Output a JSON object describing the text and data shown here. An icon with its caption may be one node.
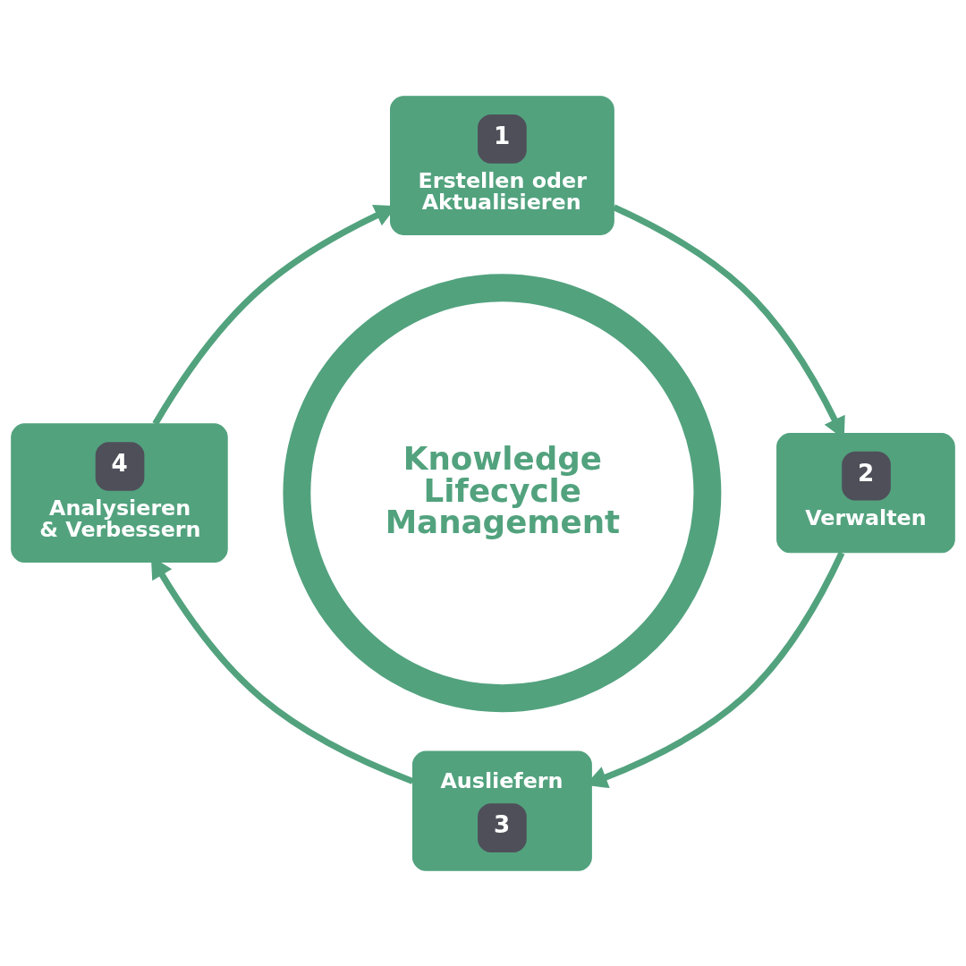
{
  "diagram": {
    "nodes": [
      {
        "text": [
          "Knowledge Lifecycle Management"
        ]
      },
      {
        "text": [
          "1",
          "Erstellen oder Aktualisieren"
        ]
      },
      {
        "text": [
          "2",
          "Verwalten"
        ]
      },
      {
        "text": [
          "Ausliefern",
          "3"
        ]
      },
      {
        "text": [
          "4",
          "Analysieren & Verbessern"
        ]
      }
    ],
    "edges": [
      {
        "from": 1,
        "to": 2,
        "arrow": "to"
      },
      {
        "from": 2,
        "to": 3,
        "arrow": "to"
      },
      {
        "from": 3,
        "to": 4,
        "arrow": "to"
      },
      {
        "from": 4,
        "to": 1,
        "arrow": "to"
      }
    ]
  }
}
